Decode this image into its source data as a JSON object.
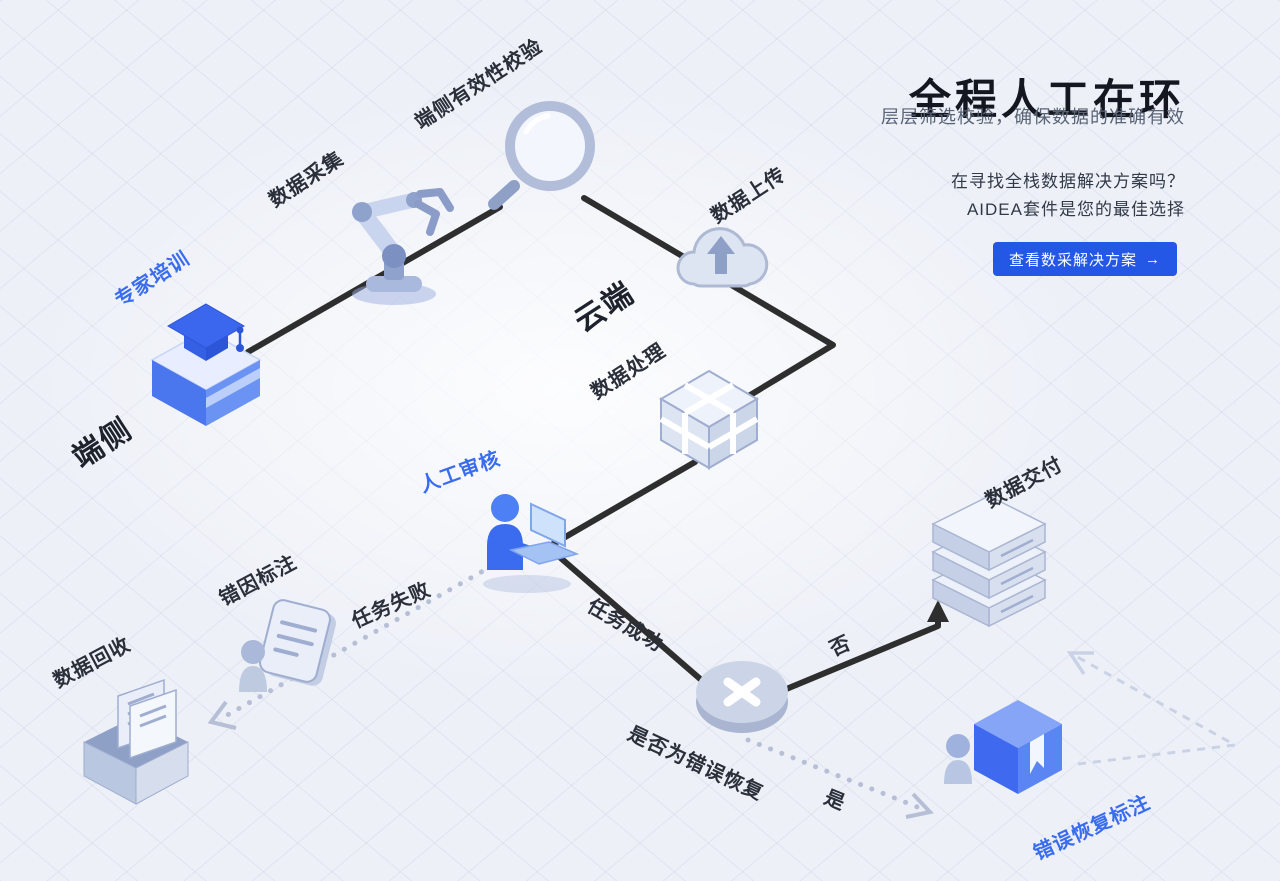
{
  "header": {
    "title": "全程人工在环",
    "subtitle": "层层筛选校验，确保数据的准确有效",
    "promo_line1": "在寻找全栈数据解决方案吗？",
    "promo_line2": "AIDEA套件是您的最佳选择",
    "cta_label": "查看数采解决方案",
    "cta_arrow": "→"
  },
  "diagram": {
    "labels": {
      "expert_training": "专家培训",
      "edge_side": "端侧",
      "data_collection": "数据采集",
      "edge_validation": "端侧有效性校验",
      "data_upload": "数据上传",
      "cloud_side": "云端",
      "data_processing": "数据处理",
      "manual_review": "人工审核",
      "task_failed": "任务失败",
      "error_cause_annotation": "错因标注",
      "data_recycle": "数据回收",
      "task_success": "任务成功",
      "decision": "是否为错误恢复",
      "no": "否",
      "yes": "是",
      "data_delivery": "数据交付",
      "error_recovery_annotation": "错误恢复标注"
    },
    "icons": {
      "expert_training": "graduation-cap-box-icon",
      "data_collection": "robot-arm-icon",
      "edge_validation": "magnifier-icon",
      "data_upload": "cloud-upload-icon",
      "data_processing": "cube-stack-icon",
      "manual_review": "person-laptop-icon",
      "error_cause_annotation": "person-document-icon",
      "data_recycle": "inbox-documents-icon",
      "decision": "x-decision-node-icon",
      "data_delivery": "server-stack-icon",
      "error_recovery_annotation": "person-book-icon"
    }
  },
  "colors": {
    "accent": "#2457e5",
    "label_blue": "#3a6cf0",
    "line_black": "#2e2e2e",
    "dotted_gray": "#b6bfd6",
    "dashed_light": "#cad3e6",
    "background": "#edf0f7"
  }
}
